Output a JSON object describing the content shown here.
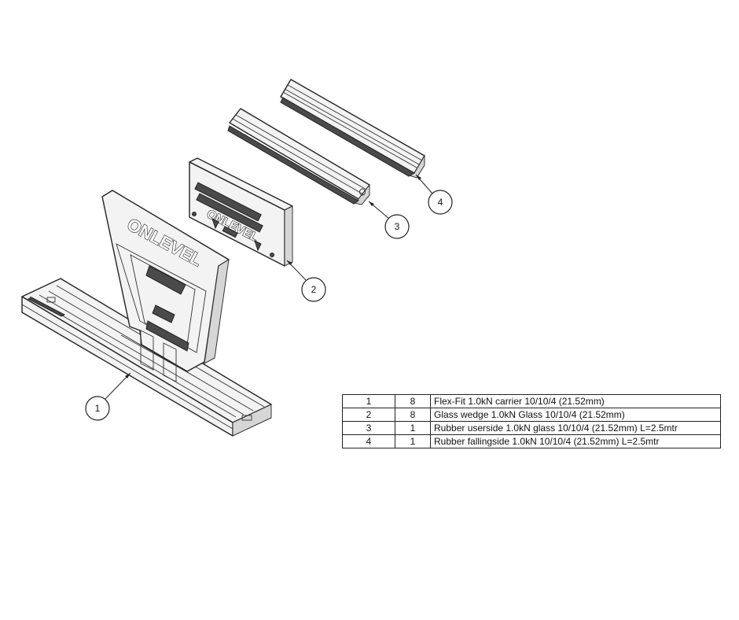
{
  "logo_text": "ONLEVEL",
  "callouts": [
    "1",
    "2",
    "3",
    "4"
  ],
  "bom": {
    "rows": [
      {
        "item": "1",
        "qty": "8",
        "description": "Flex-Fit 1.0kN carrier 10/10/4 (21.52mm)"
      },
      {
        "item": "2",
        "qty": "8",
        "description": "Glass wedge 1.0kN Glass 10/10/4 (21.52mm)"
      },
      {
        "item": "3",
        "qty": "1",
        "description": "Rubber userside 1.0kN glass 10/10/4 (21.52mm) L=2.5mtr"
      },
      {
        "item": "4",
        "qty": "1",
        "description": "Rubber fallingside 1.0kN 10/10/4 (21.52mm) L=2.5mtr"
      }
    ]
  }
}
